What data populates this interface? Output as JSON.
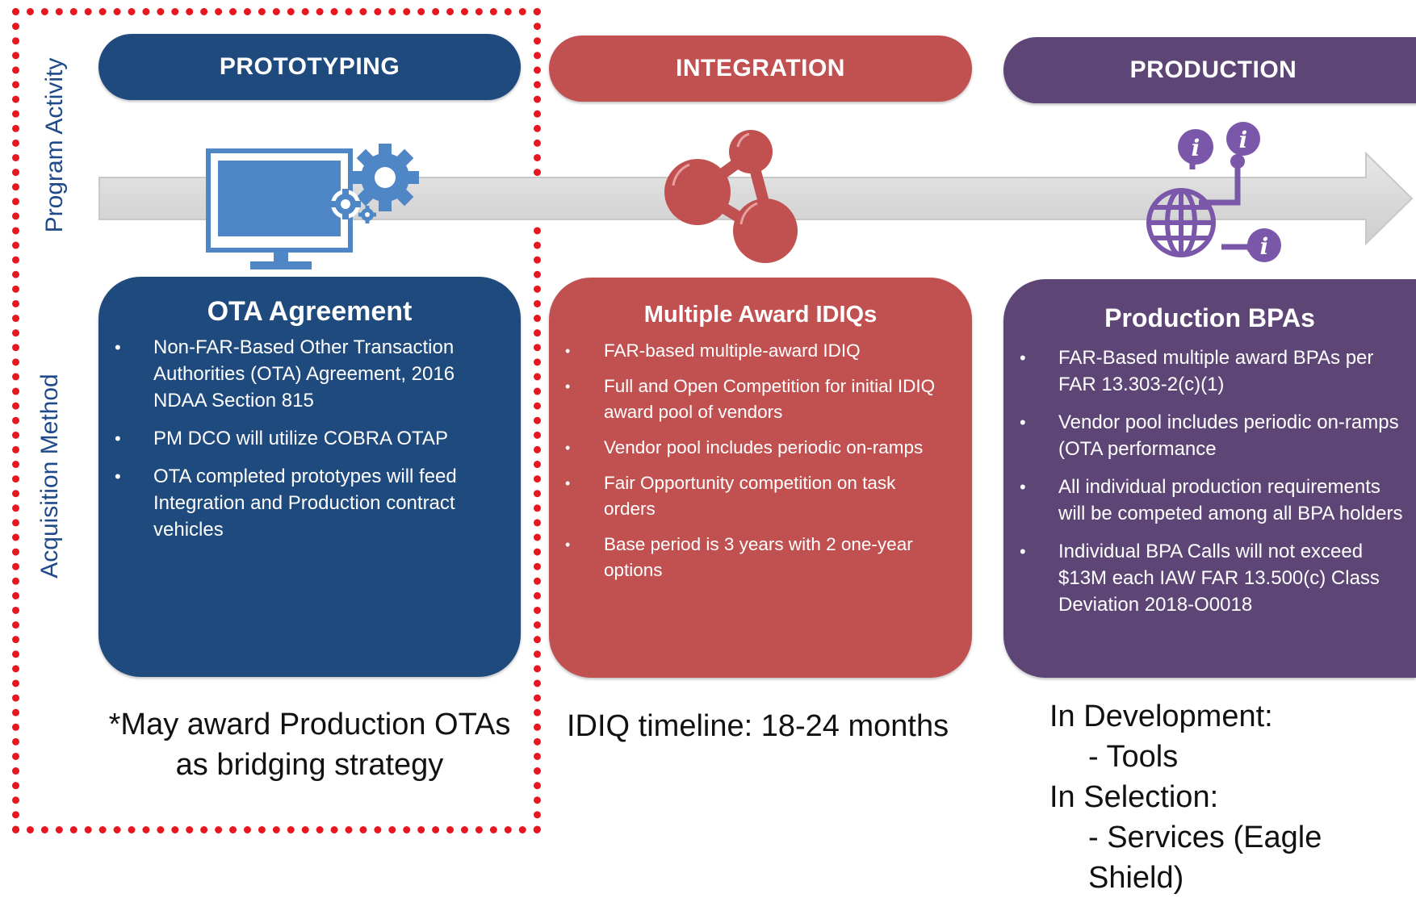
{
  "side_labels": {
    "program_activity": "Program Activity",
    "acquisition_method": "Acquisition Method"
  },
  "colors": {
    "prototyping": "#1f4a7e",
    "integration": "#c15151",
    "production": "#5d4576",
    "highlight_frame": "#e8171f",
    "arrow": "#dcdcdc"
  },
  "phases": {
    "prototyping": {
      "label": "PROTOTYPING",
      "icon": "computer-gears-icon",
      "card_title": "OTA Agreement",
      "bullets": [
        "Non-FAR-Based Other Transaction Authorities (OTA) Agreement, 2016 NDAA Section 815",
        "PM DCO will utilize COBRA OTAP",
        "OTA completed prototypes will feed Integration and Production contract vehicles"
      ],
      "note_lines": [
        "*May award Production OTAs",
        "as bridging strategy"
      ]
    },
    "integration": {
      "label": "INTEGRATION",
      "icon": "share-network-icon",
      "card_title": "Multiple Award IDIQs",
      "bullets": [
        "FAR-based multiple-award IDIQ",
        "Full and Open Competition for initial IDIQ award pool of vendors",
        "Vendor pool includes periodic on-ramps",
        "Fair Opportunity competition on task orders",
        "Base period is 3 years with 2 one-year options"
      ],
      "note": "IDIQ timeline: 18-24 months"
    },
    "production": {
      "label": "PRODUCTION",
      "icon": "globe-info-network-icon",
      "card_title": "Production BPAs",
      "bullets": [
        "FAR-Based multiple award BPAs per FAR 13.303-2(c)(1)",
        "Vendor pool includes periodic on-ramps (OTA performance",
        "All individual production requirements will be competed among all BPA holders",
        "Individual BPA Calls will not exceed $13M each IAW FAR 13.500(c) Class Deviation 2018-O0018"
      ],
      "note_lines": [
        "In Development:",
        "- Tools",
        "In Selection:",
        "- Services (Eagle Shield)"
      ]
    }
  }
}
